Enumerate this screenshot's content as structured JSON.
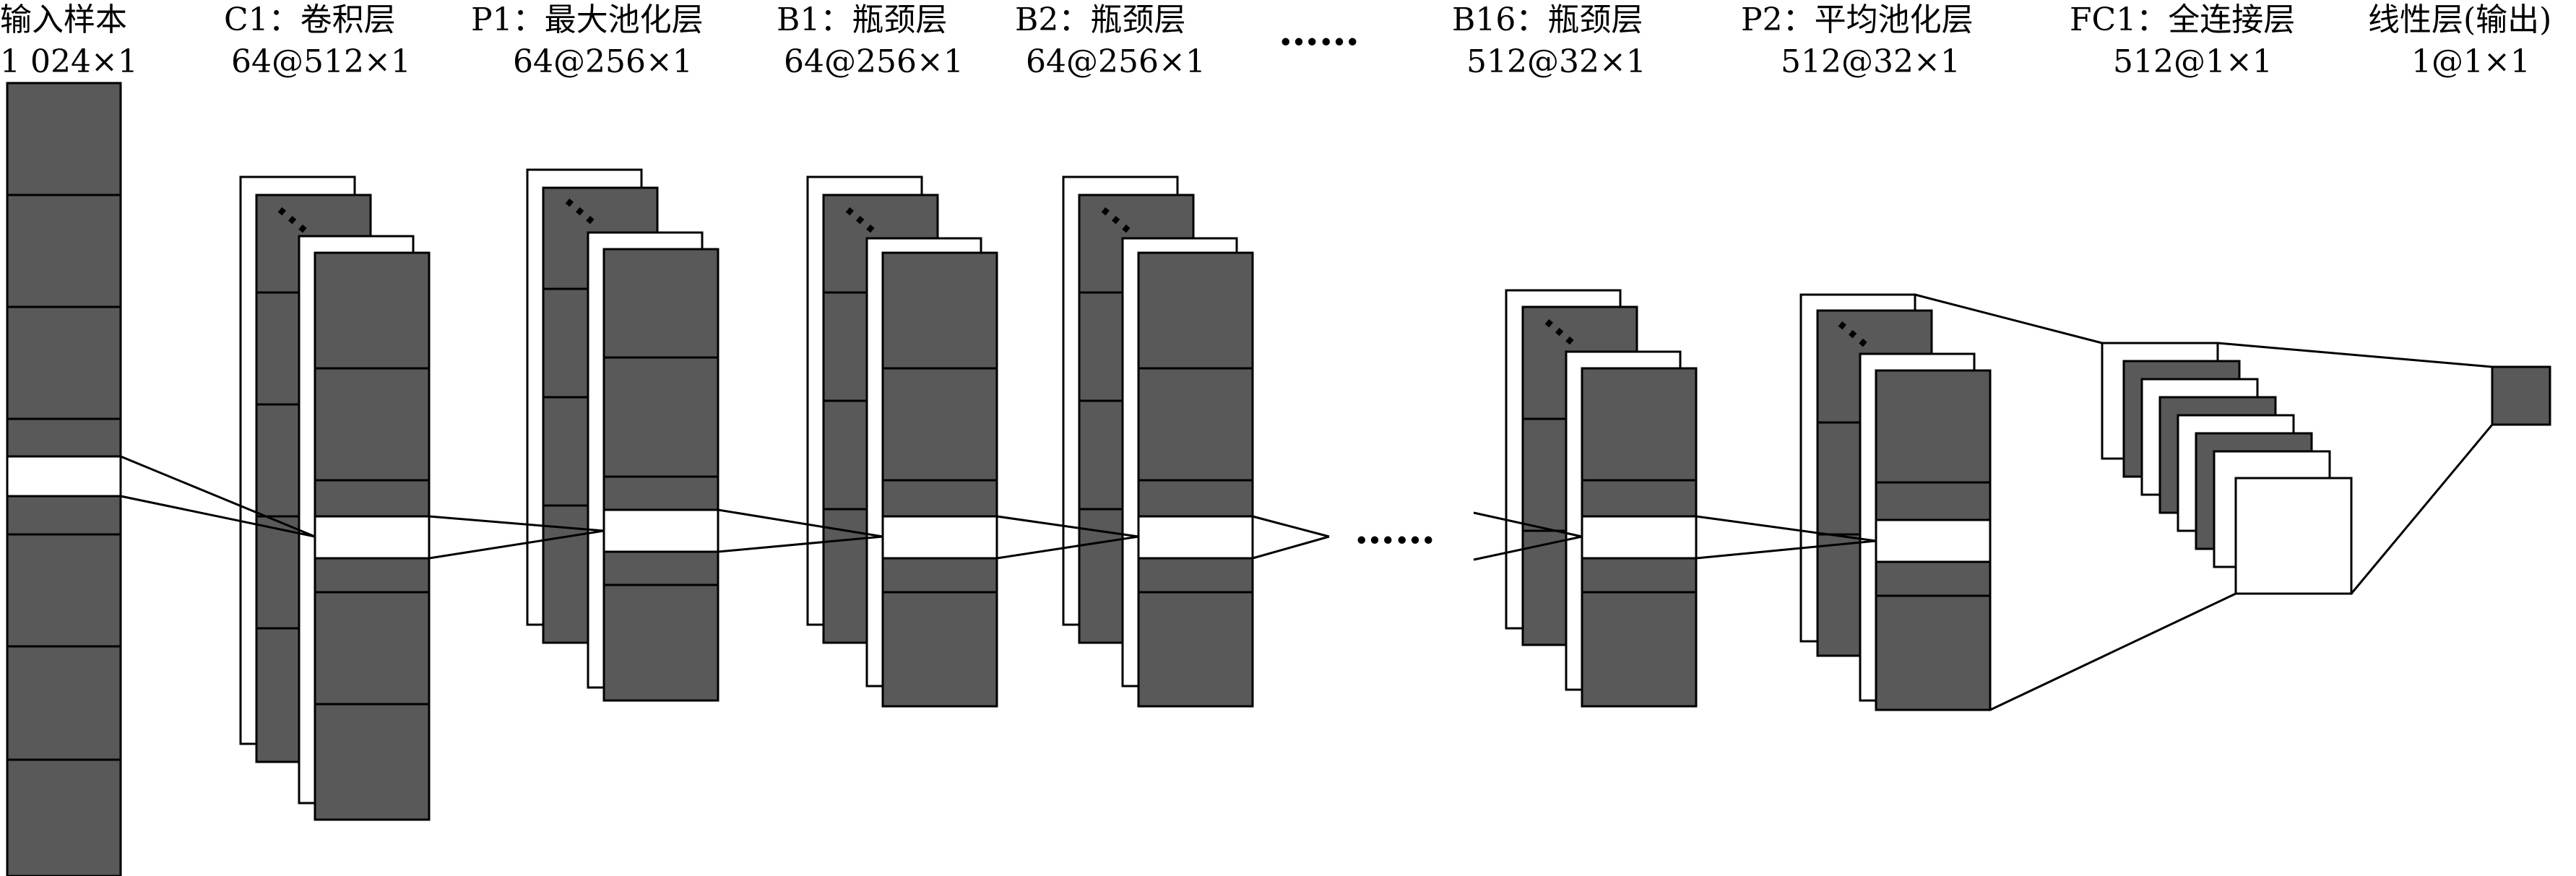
{
  "colors": {
    "block": "#595959",
    "highlight": "#ffffff",
    "stroke": "#000000",
    "background": "#ffffff"
  },
  "layers": [
    {
      "id": "input",
      "name": "输入样本",
      "shape": "1 024×1"
    },
    {
      "id": "c1",
      "name": "C1：卷积层",
      "shape": "64@512×1"
    },
    {
      "id": "p1",
      "name": "P1：最大池化层",
      "shape": "64@256×1"
    },
    {
      "id": "b1",
      "name": "B1：瓶颈层",
      "shape": "64@256×1"
    },
    {
      "id": "b2",
      "name": "B2：瓶颈层",
      "shape": "64@256×1"
    },
    {
      "id": "ellipsis",
      "name": "……",
      "shape": ""
    },
    {
      "id": "b16",
      "name": "B16：瓶颈层",
      "shape": "512@32×1"
    },
    {
      "id": "p2",
      "name": "P2：平均池化层",
      "shape": "512@32×1"
    },
    {
      "id": "fc1",
      "name": "FC1：全连接层",
      "shape": "512@1×1"
    },
    {
      "id": "out",
      "name": "线性层(输出)",
      "shape": "1@1×1"
    }
  ],
  "middle_ellipsis": "……"
}
